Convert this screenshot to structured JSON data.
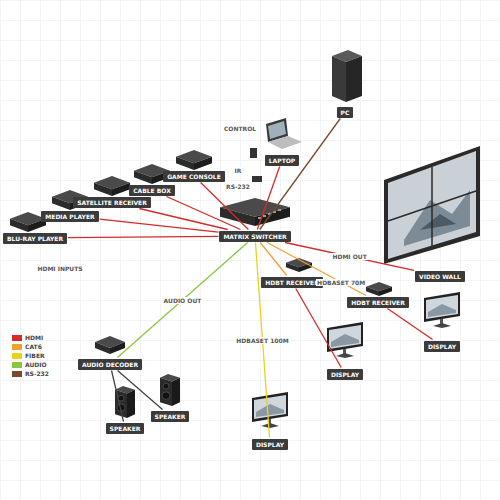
{
  "diagram": {
    "nodes": [
      {
        "text": [
          "MATRIX SWITCHER"
        ]
      },
      {
        "text": [
          "BLU-RAY PLAYER"
        ]
      },
      {
        "text": [
          "MEDIA PLAYER"
        ]
      },
      {
        "text": [
          "SATELLITE RECEIVER"
        ]
      },
      {
        "text": [
          "CABLE BOX"
        ]
      },
      {
        "text": [
          "GAME CONSOLE"
        ]
      },
      {
        "text": [
          "LAPTOP"
        ]
      },
      {
        "text": [
          "PC"
        ]
      },
      {
        "text": [
          "HDBT RECEIVER"
        ]
      },
      {
        "text": [
          "HDBT RECEIVER"
        ]
      },
      {
        "text": [
          "VIDEO WALL"
        ]
      },
      {
        "text": [
          "DISPLAY"
        ]
      },
      {
        "text": [
          "DISPLAY"
        ]
      },
      {
        "text": [
          "DISPLAY"
        ]
      },
      {
        "text": [
          "AUDIO DECODER"
        ]
      },
      {
        "text": [
          "SPEAKER"
        ]
      },
      {
        "text": [
          "SPEAKER"
        ]
      }
    ],
    "edges": [
      {
        "from": 1,
        "to": 0,
        "arrow": "none"
      },
      {
        "from": 2,
        "to": 0,
        "arrow": "none"
      },
      {
        "from": 3,
        "to": 0,
        "arrow": "none"
      },
      {
        "from": 4,
        "to": 0,
        "arrow": "none"
      },
      {
        "from": 5,
        "to": 0,
        "arrow": "none"
      },
      {
        "from": 6,
        "to": 0,
        "arrow": "none"
      },
      {
        "from": 7,
        "to": 0,
        "arrow": "none"
      },
      {
        "from": 0,
        "to": 8,
        "arrow": "none"
      },
      {
        "from": 8,
        "to": 12,
        "arrow": "none"
      },
      {
        "from": 0,
        "to": 9,
        "label": "HDBASET 70M",
        "arrow": "none"
      },
      {
        "from": 9,
        "to": 13,
        "arrow": "none"
      },
      {
        "from": 0,
        "to": 11,
        "label": "HDBASET 100M",
        "arrow": "none"
      },
      {
        "from": 0,
        "to": 10,
        "label": "HDMI OUT",
        "arrow": "none"
      },
      {
        "from": 0,
        "to": 14,
        "label": "AUDIO OUT",
        "arrow": "none"
      },
      {
        "from": 14,
        "to": 15,
        "arrow": "none"
      },
      {
        "from": 14,
        "to": 16,
        "arrow": "none"
      }
    ],
    "labels": [
      "HDMI INPUTS",
      "IR",
      "RS-232",
      "CONTROL"
    ],
    "legend": [
      {
        "text": "HDMI",
        "color": "#d42a2a"
      },
      {
        "text": "CAT6",
        "color": "#f0a032"
      },
      {
        "text": "FIBER",
        "color": "#e8d21b"
      },
      {
        "text": "AUDIO",
        "color": "#8cc63f"
      },
      {
        "text": "RS-232",
        "color": "#7a4a2a"
      }
    ]
  }
}
